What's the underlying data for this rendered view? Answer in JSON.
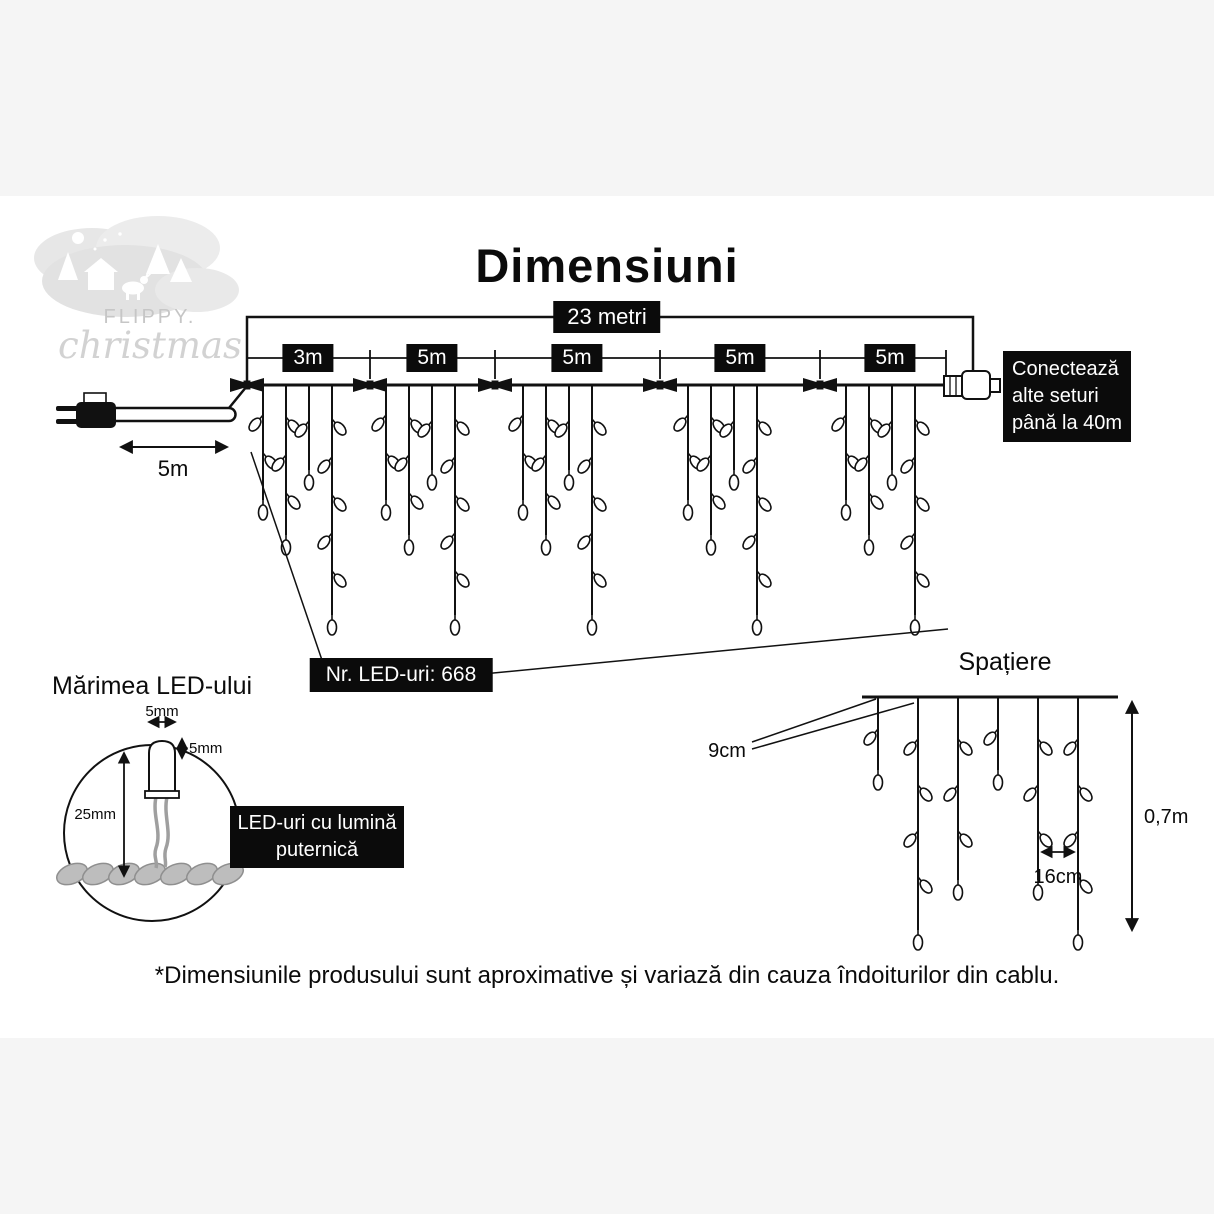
{
  "page": {
    "title": "Dimensiuni",
    "disclaimer": "*Dimensiunile produsului sunt aproximative și variază din cauza îndoiturilor din cablu."
  },
  "logo": {
    "brand": "FLIPPY.",
    "script": "christmas"
  },
  "colors": {
    "label_bg": "#0b0b0b",
    "label_text": "#ffffff",
    "line": "#111111"
  },
  "measurements": {
    "total_length": "23 metri",
    "segments": [
      "3m",
      "5m",
      "5m",
      "5m",
      "5m"
    ],
    "lead_length": "5m",
    "led_count": "Nr. LED-uri: 668",
    "connect_lines": [
      "Conectează",
      "alte seturi",
      "până la 40m"
    ]
  },
  "led_detail": {
    "title": "Mărimea LED-ului",
    "width": "5mm",
    "dome_height": "5mm",
    "total_height": "25mm",
    "note_lines": [
      "LED-uri cu lumină",
      "puternică"
    ]
  },
  "spacing": {
    "title": "Spațiere",
    "drop_gap": "9cm",
    "led_gap": "16cm",
    "drop_length": "0,7m"
  }
}
